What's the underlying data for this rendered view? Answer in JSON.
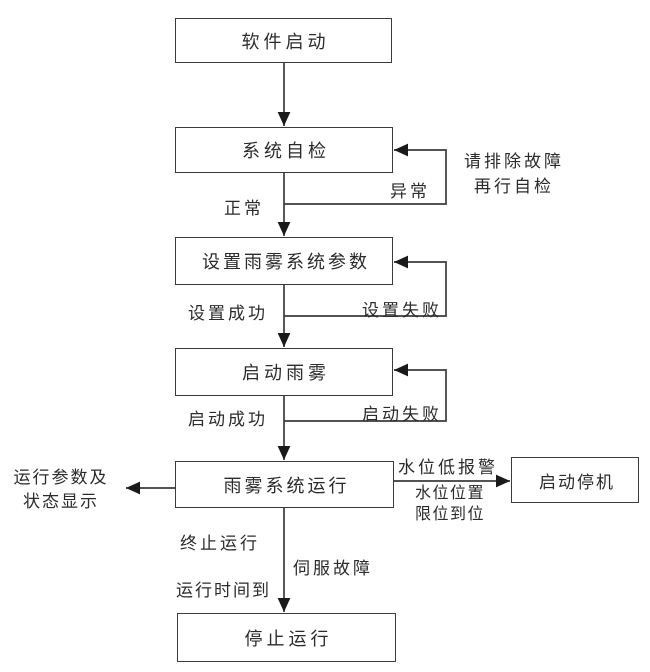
{
  "diagram": {
    "nodes": {
      "start": "软件启动",
      "self_check": "系统自检",
      "set_params": "设置雨雾系统参数",
      "start_fog": "启动雨雾",
      "running": "雨雾系统运行",
      "shutdown": "启动停机",
      "stop": "停止运行"
    },
    "edge_labels": {
      "normal": "正常",
      "abnormal": "异常",
      "fix_note": {
        "line1": "请排除故障",
        "line2": "再行自检"
      },
      "set_success": "设置成功",
      "set_fail": "设置失败",
      "start_success": "启动成功",
      "start_fail": "启动失败",
      "status_display": {
        "line1": "运行参数及",
        "line2": "状态显示"
      },
      "water_low_alarm": "水位低报警",
      "water_limit": {
        "line1": "水位位置",
        "line2": "限位到位"
      },
      "terminate": "终止运行",
      "servo_fault": "伺服故障",
      "time_up": "运行时间到"
    },
    "colors": {
      "line": "#3b3b3b",
      "arrowhead": "#1a1a1a",
      "text": "#2b2b2b",
      "background": "#ffffff"
    }
  }
}
